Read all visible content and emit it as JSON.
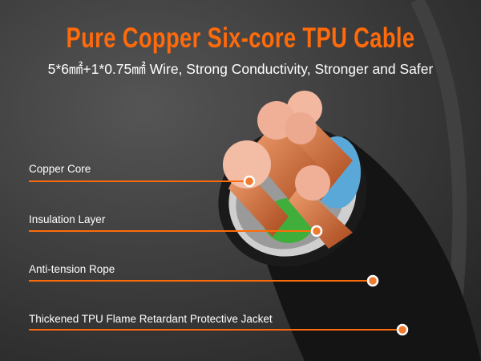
{
  "title": "Pure Copper Six-core TPU Cable",
  "subtitle": "5*6㎟+1*0.75㎟ Wire, Strong Conductivity, Stronger and Safer",
  "labels": [
    "Copper Core",
    "Insulation Layer",
    "Anti-tension Rope",
    "Thickened TPU Flame Retardant Protective Jacket"
  ],
  "colors": {
    "accent": "#ff6a0a",
    "copper": "#d9773f",
    "insulation_green": "#3fae3a",
    "insulation_blue": "#5aa8d8",
    "jacket": "#151515"
  }
}
